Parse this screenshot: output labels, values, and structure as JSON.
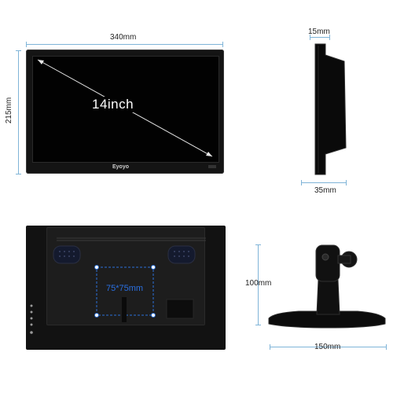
{
  "dimensions": {
    "front_width": "340mm",
    "front_height": "215mm",
    "side_depth_top": "15mm",
    "side_depth_bottom": "35mm",
    "stand_height": "100mm",
    "stand_width": "150mm"
  },
  "screen_size": "14inch",
  "vesa": "75*75mm",
  "brand_mark": "Eyoyo",
  "colors": {
    "monitor": "#0b0b0b",
    "bezel": "#1c1c1c",
    "dim_line": "#7fb4d8",
    "vesa_line": "#2b6fd6",
    "vesa_text": "#2a6fe0"
  }
}
